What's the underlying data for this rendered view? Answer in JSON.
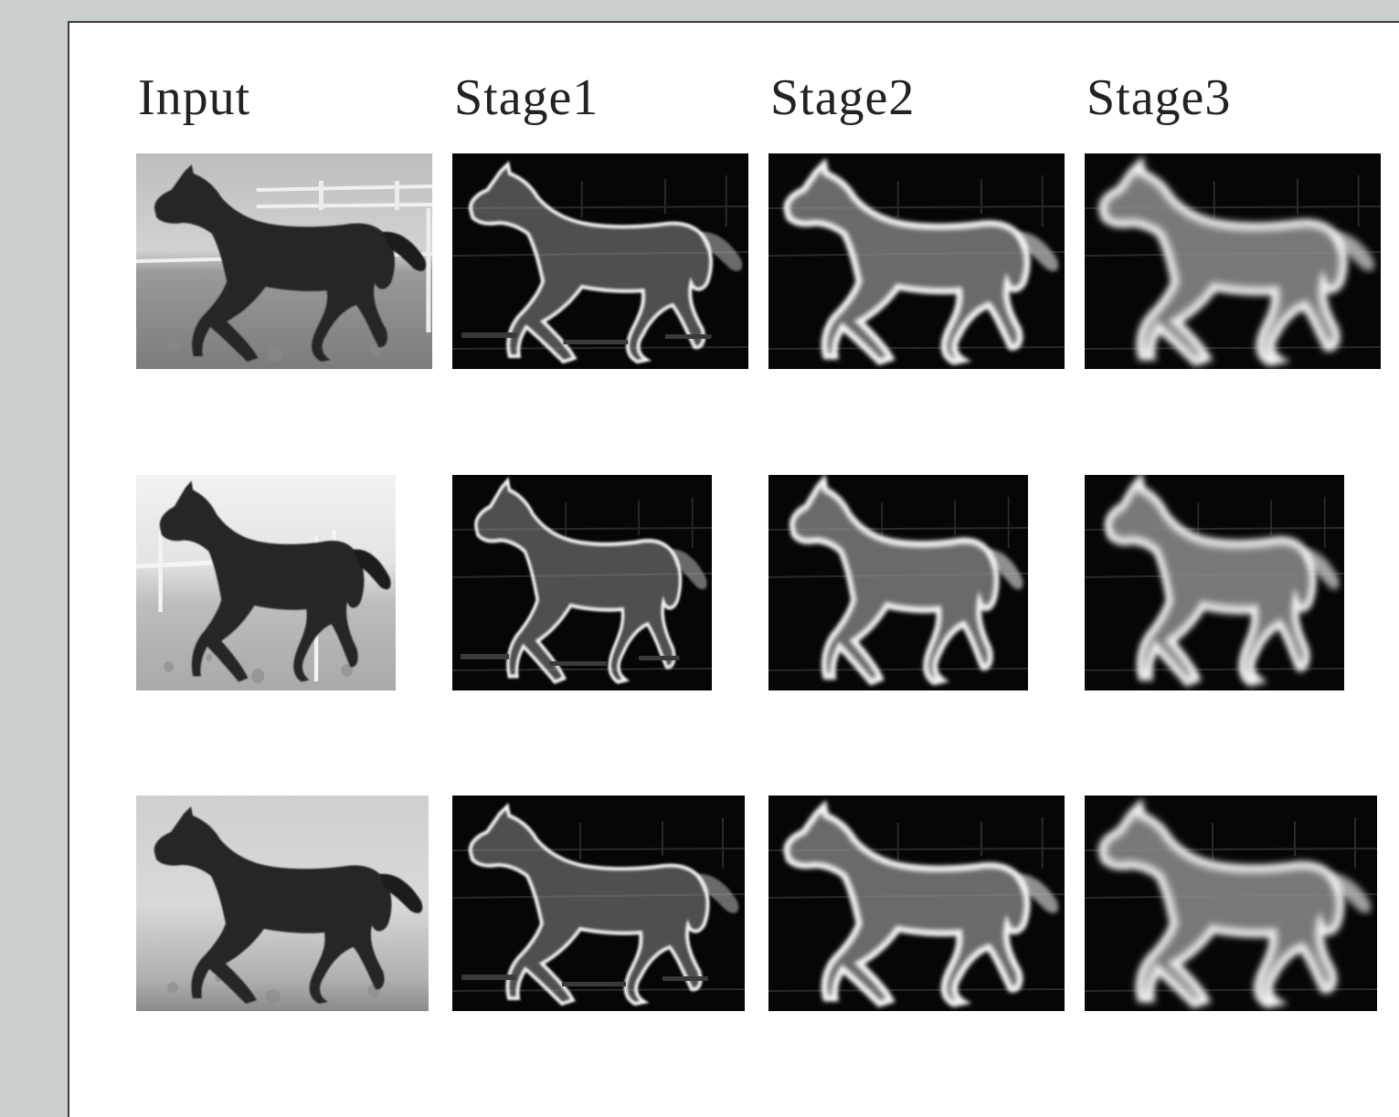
{
  "figure": {
    "column_headers": [
      "Input",
      "Stage1",
      "Stage2",
      "Stage3"
    ],
    "rows": [
      {
        "subject": "horse trotting left, fence in background"
      },
      {
        "subject": "dark horse walking left, fence posts"
      },
      {
        "subject": "horse trotting left, hazy background"
      }
    ],
    "cell_types": [
      "grayscale-photo",
      "feature-map",
      "feature-map",
      "feature-map"
    ]
  },
  "colors": {
    "page_bg": "#c9cfcc",
    "sheet_bg": "#ffffff",
    "sheet_border": "#3b3b3b",
    "feature_bg": "#050505",
    "feature_fg": "#f2f2f2"
  }
}
